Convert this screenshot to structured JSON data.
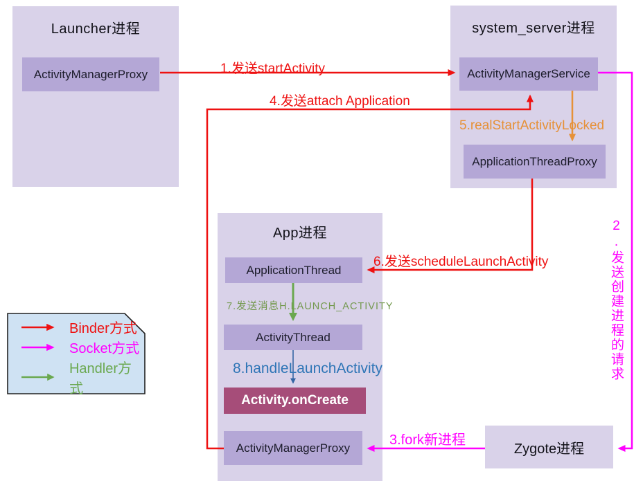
{
  "diagram": {
    "processes": {
      "launcher": {
        "title": "Launcher进程",
        "nodes": {
          "amp": "ActivityManagerProxy"
        }
      },
      "system_server": {
        "title": "system_server进程",
        "nodes": {
          "ams": "ActivityManagerService",
          "atp": "ApplicationThreadProxy"
        }
      },
      "app": {
        "title": "App进程",
        "nodes": {
          "application_thread": "ApplicationThread",
          "activity_thread": "ActivityThread",
          "activity_oncreate": "Activity.onCreate",
          "amp": "ActivityManagerProxy"
        }
      },
      "zygote": {
        "title": "Zygote进程"
      }
    },
    "arrows": {
      "a1": "1.发送startActivity",
      "a2": "2.发送创建进程的请求",
      "a3": "3.fork新进程",
      "a4": "4.发送attach Application",
      "a5": "5.realStartActivityLocked",
      "a6": "6.发送scheduleLaunchActivity",
      "a7": "7.发送消息H.LAUNCH_ACTIVITY",
      "a8": "8.handleLaunchActivity"
    },
    "legend": {
      "items": [
        {
          "label": "Binder方式",
          "color": "#ee1111"
        },
        {
          "label": "Socket方式",
          "color": "#ff00ff"
        },
        {
          "label": "Handler方式",
          "color": "#6aa84f"
        }
      ]
    },
    "colors": {
      "binder_red": "#ee1111",
      "socket_magenta": "#ff00ff",
      "handler_green": "#6aa84f",
      "locked_orange": "#e69138",
      "handle_blue": "#2e75b6",
      "process_box": "#d9d2e9",
      "node_box": "#b4a7d6",
      "highlight_box": "#a64d79",
      "legend_bg": "#cfe2f3"
    }
  }
}
